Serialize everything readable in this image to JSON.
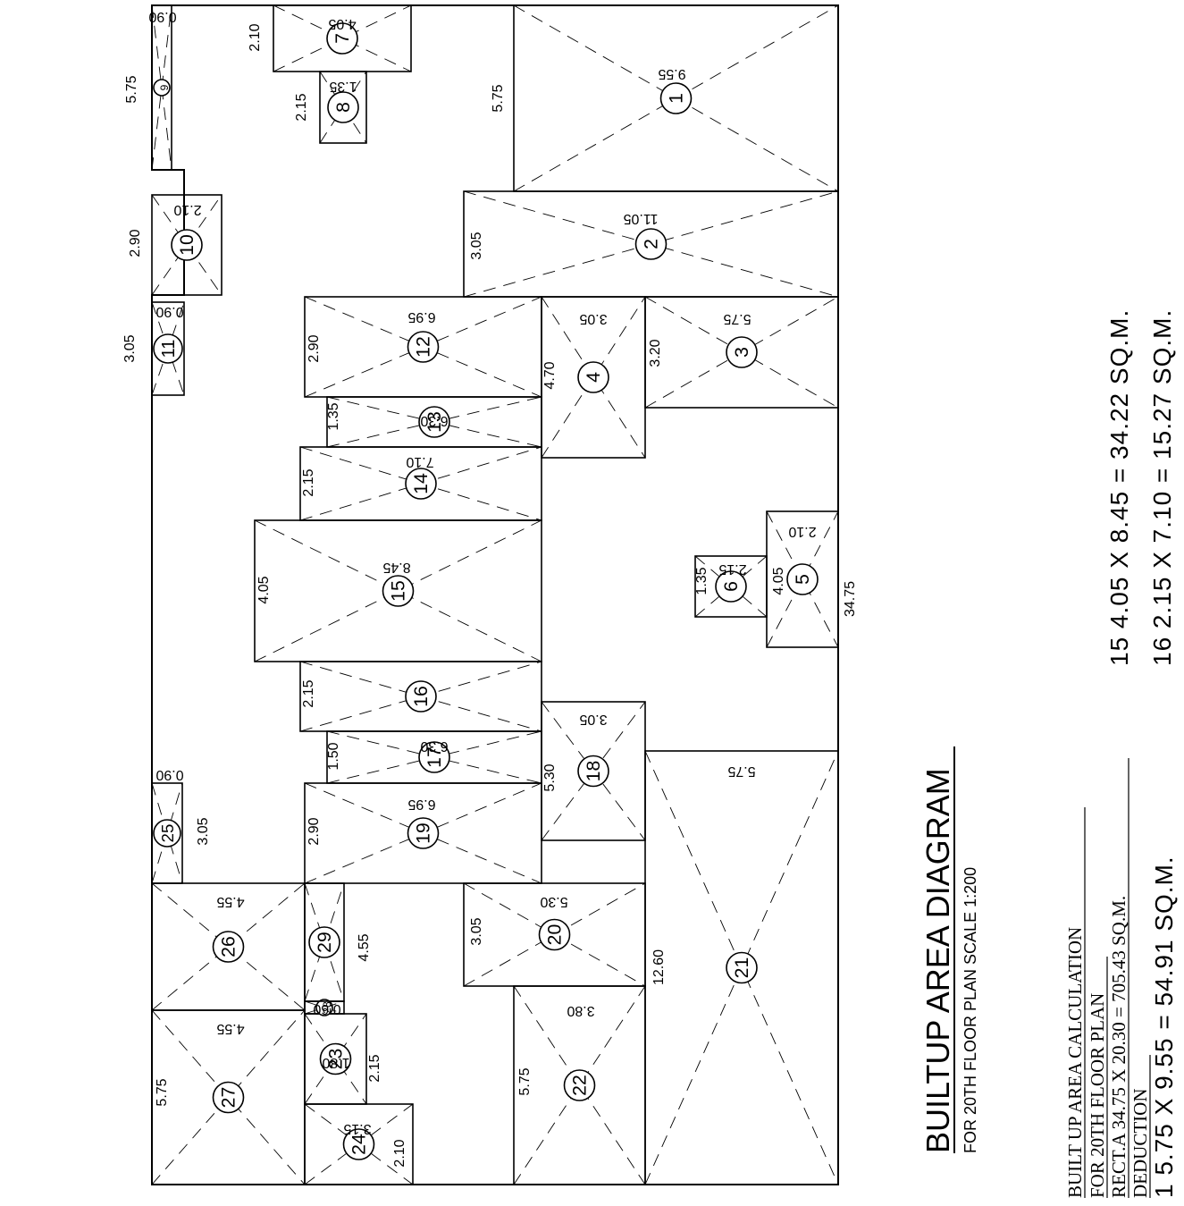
{
  "diagram": {
    "title": "BUILTUP AREA DIAGRAM",
    "subtitle": "FOR 20TH FLOOR PLAN   SCALE 1:200",
    "overall_width_label": "34.75"
  },
  "rooms": [
    {
      "n": "1",
      "a": "9.55",
      "b": "5.75"
    },
    {
      "n": "2",
      "a": "11.05",
      "b": "3.05"
    },
    {
      "n": "3",
      "a": "5.75",
      "b": "3.20"
    },
    {
      "n": "4",
      "a": "3.05",
      "b": "4.70"
    },
    {
      "n": "5",
      "a": "2.10",
      "b": "4.05"
    },
    {
      "n": "6",
      "a": "2.15",
      "b": "1.35"
    },
    {
      "n": "7",
      "a": "4.05",
      "b": "2.10"
    },
    {
      "n": "8",
      "a": "1.35",
      "b": "2.15"
    },
    {
      "n": "9",
      "a": "0.90",
      "b": "5.75"
    },
    {
      "n": "10",
      "a": "2.10",
      "b": "2.90"
    },
    {
      "n": "11",
      "a": "0.90",
      "b": "3.05"
    },
    {
      "n": "12",
      "a": "6.95",
      "b": "2.90"
    },
    {
      "n": "13",
      "a": "6.30",
      "b": "1.35"
    },
    {
      "n": "14",
      "a": "7.10",
      "b": "2.15"
    },
    {
      "n": "15",
      "a": "8.45",
      "b": "4.05"
    },
    {
      "n": "16",
      "a": "",
      "b": "2.15"
    },
    {
      "n": "17",
      "a": "6.30",
      "b": "1.50"
    },
    {
      "n": "18",
      "a": "3.05",
      "b": "5.30"
    },
    {
      "n": "19",
      "a": "6.95",
      "b": "2.90"
    },
    {
      "n": "20",
      "a": "5.30",
      "b": "3.05"
    },
    {
      "n": "21",
      "a": "5.75",
      "b": "12.60"
    },
    {
      "n": "22",
      "a": "3.80",
      "b": "5.75"
    },
    {
      "n": "23",
      "a": "1.80",
      "b": "2.15"
    },
    {
      "n": "24",
      "a": "3.15",
      "b": "2.10"
    },
    {
      "n": "25",
      "a": "0.90",
      "b": "3.05"
    },
    {
      "n": "26",
      "a": "4.55",
      "b": ""
    },
    {
      "n": "27",
      "a": "4.55",
      "b": "5.75"
    },
    {
      "n": "28",
      "a": "0.60",
      "b": ""
    },
    {
      "n": "29",
      "a": "",
      "b": "4.55"
    }
  ],
  "calculation": {
    "heading": "BUILT UP AREA CALCULATION",
    "floor": "FOR 20TH FLOOR PLAN",
    "rect_a": "RECT.A   34.75 X 20.30  =  705.43  SQ.M.",
    "deduction": "DEDUCTION",
    "line_1": "1   5.75  X  9.55   =   54.91 SQ.M.",
    "line_15": "15   4.05 X  8.45  =  34.22  SQ.M.",
    "line_16": "16   2.15 X  7.10  =  15.27  SQ.M."
  }
}
